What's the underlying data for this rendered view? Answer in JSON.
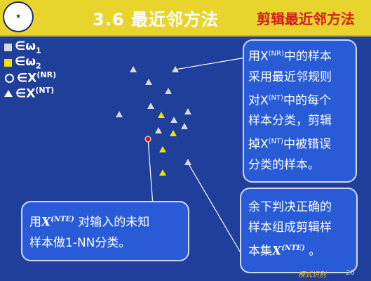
{
  "header": {
    "title": "3.6 最近邻方法",
    "subtitle": "剪辑最近邻方法"
  },
  "legend": [
    {
      "symbol": "square",
      "color": "#d9d9d9",
      "label": "∈ω",
      "sub": "1"
    },
    {
      "symbol": "square",
      "color": "#f0e000",
      "label": "∈ω",
      "sub": "2"
    },
    {
      "symbol": "circle",
      "color": "#ffffff",
      "label": "∈X",
      "sup": "(NR)"
    },
    {
      "symbol": "triangle",
      "color": "#ffffff",
      "label": "∈X",
      "sup": "(NT)"
    }
  ],
  "callouts": {
    "top_right": {
      "lines": [
        "用X",
        "(NR)",
        "中的样本",
        "采用最近邻规则",
        "对X",
        "(NT)",
        "中的每个",
        "样本分类，剪辑",
        "掉X",
        "(NT)",
        "中被错误",
        "分类的样本。"
      ]
    },
    "bottom_right": {
      "line1": "余下判决正确的",
      "line2": "样本组成剪辑样",
      "line3_a": "本集",
      "line3_x": "X",
      "line3_sup": "(NTE)",
      "line3_b": " 。"
    },
    "bottom_left": {
      "line1_a": "用",
      "line1_x": "X",
      "line1_sup": "(NTE)",
      "line1_b": " 对输入的未知",
      "line2": "样本做1-NN分类。"
    }
  },
  "colors": {
    "background": "#1f3f9a",
    "header_bar": "#e8d42c",
    "title": "#ffffff",
    "subtitle": "#d41d1d",
    "class1": "#d9d9d9",
    "class2": "#f0e000",
    "query_point": "#e01010",
    "callout_fill": "#2a5bd7"
  },
  "footer": {
    "signature": "模式识别",
    "page": "20"
  }
}
